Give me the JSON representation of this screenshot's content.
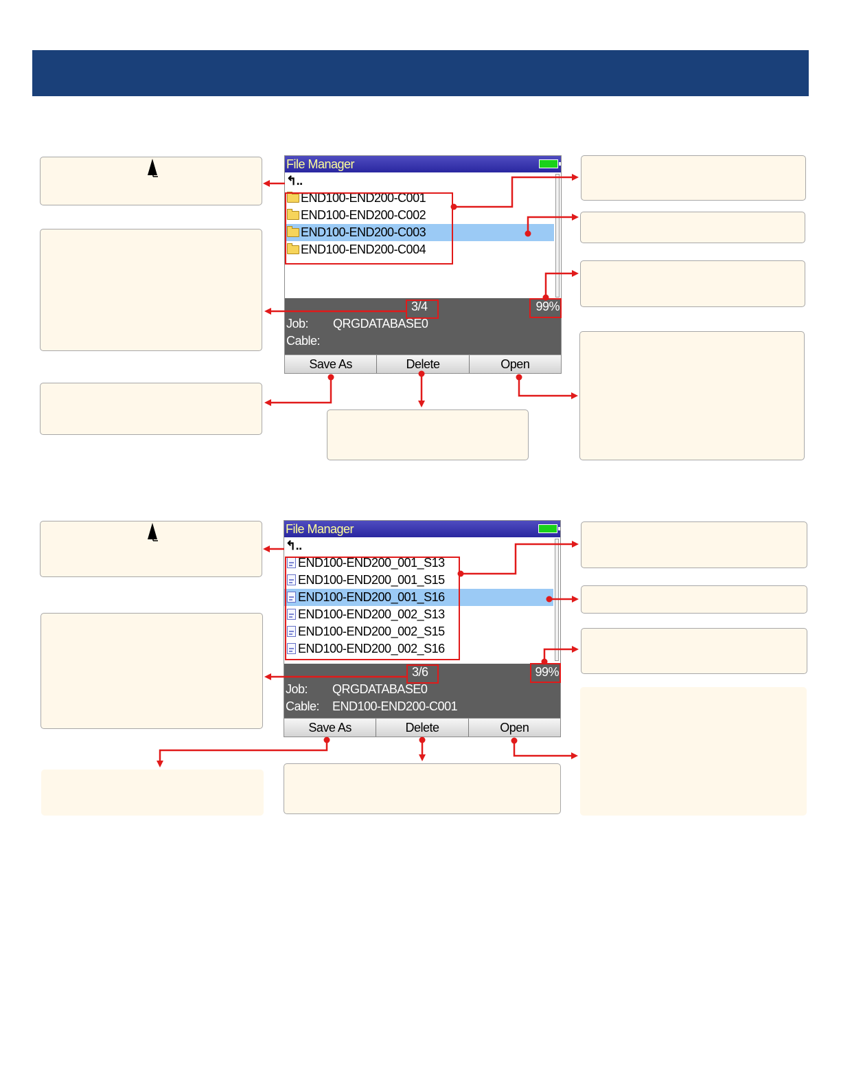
{
  "colors": {
    "header": "#1a4079",
    "callout_fill": "#fff8ea",
    "annotation": "#e11a1a",
    "selection": "#9bcaf5",
    "status_panel": "#5e5e5e"
  },
  "screens": [
    {
      "title": "File Manager",
      "parent_entry": "↰..",
      "item_icon": "folder-icon",
      "items": [
        "END100-END200-C001",
        "END100-END200-C002",
        "END100-END200-C003",
        "END100-END200-C004"
      ],
      "selected_index": 2,
      "counter": "3/4",
      "memory": "99%",
      "job_label": "Job:",
      "job_value": "QRGDATABASE0",
      "cable_label": "Cable:",
      "cable_value": "",
      "softkeys": [
        "Save As",
        "Delete",
        "Open"
      ]
    },
    {
      "title": "File Manager",
      "parent_entry": "↰..",
      "item_icon": "file-icon",
      "items": [
        "END100-END200_001_S13",
        "END100-END200_001_S15",
        "END100-END200_001_S16",
        "END100-END200_002_S13",
        "END100-END200_002_S15",
        "END100-END200_002_S16"
      ],
      "selected_index": 2,
      "counter": "3/6",
      "memory": "99%",
      "job_label": "Job:",
      "job_value": "QRGDATABASE0",
      "cable_label": "Cable:",
      "cable_value": "END100-END200-C001",
      "softkeys": [
        "Save As",
        "Delete",
        "Open"
      ]
    }
  ]
}
